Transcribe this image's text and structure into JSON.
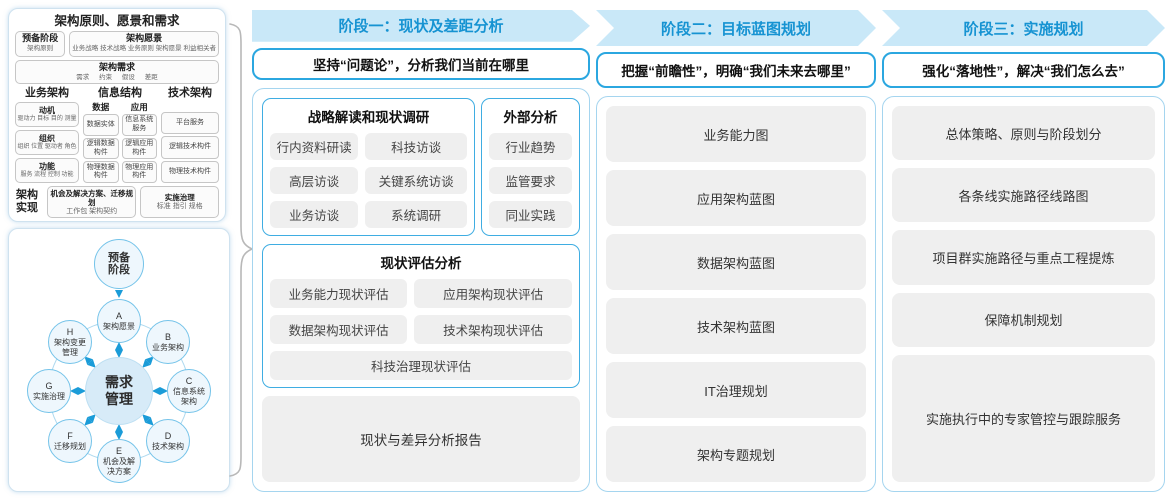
{
  "colors": {
    "accent_blue": "#1693d2",
    "band_bg": "#c9e8f8",
    "chip_bg": "#efefef",
    "container_border": "#a5d5ef",
    "arrow_blue": "#1b9cd8"
  },
  "left_panel": {
    "title": "架构原则、愿景和需求",
    "prep": {
      "title": "预备阶段",
      "sub": "架构原则"
    },
    "vision": {
      "title": "架构愿景",
      "sub": "业务战略 技术战略 业务原则 架构愿景 利益相关者"
    },
    "requirements": {
      "title": "架构需求",
      "sub": "需求 约束 假设 差距"
    },
    "business": {
      "title": "业务架构",
      "boxes": [
        {
          "title": "动机",
          "sub": "驱动力 目标 目的 测量"
        },
        {
          "title": "组织",
          "sub": "组织 位置 驱动者 角色"
        },
        {
          "title": "功能",
          "sub": "服务 流程 控制 功能"
        }
      ]
    },
    "information": {
      "title": "信息结构",
      "data": {
        "title": "数据",
        "items": [
          "数据实体",
          "逻辑数据构件",
          "物理数据构件"
        ]
      },
      "application": {
        "title": "应用",
        "items": [
          "信息系统服务",
          "逻辑应用构件",
          "物理应用构件"
        ]
      }
    },
    "technology": {
      "title": "技术架构",
      "items": [
        "平台服务",
        "逻辑技术构件",
        "物理技术构件"
      ]
    },
    "realization": {
      "label": "架构实现",
      "opportunity": {
        "title": "机会及解决方案、迁移规划",
        "sub": "工作包 架构契约"
      },
      "governance": {
        "title": "实施治理",
        "sub": "标准 指引 规格"
      }
    }
  },
  "adm": {
    "prep_label": "预备阶段",
    "center_label": "需求管理",
    "nodes": [
      {
        "id": "A",
        "label": "架构愿景"
      },
      {
        "id": "B",
        "label": "业务架构"
      },
      {
        "id": "C",
        "label": "信息系统架构"
      },
      {
        "id": "D",
        "label": "技术架构"
      },
      {
        "id": "E",
        "label": "机会及解决方案"
      },
      {
        "id": "F",
        "label": "迁移规划"
      },
      {
        "id": "G",
        "label": "实施治理"
      },
      {
        "id": "H",
        "label": "架构变更管理"
      }
    ]
  },
  "phases": [
    {
      "header": "阶段一：现状及差距分析",
      "subtitle": "坚持“问题论”，分析我们当前在哪里",
      "groups": [
        {
          "title": "战略解读和现状调研",
          "items": [
            "行内资料研读",
            "科技访谈",
            "高层访谈",
            "关键系统访谈",
            "业务访谈",
            "系统调研"
          ]
        },
        {
          "title": "外部分析",
          "items": [
            "行业趋势",
            "监管要求",
            "同业实践"
          ]
        },
        {
          "title": "现状评估分析",
          "items": [
            "业务能力现状评估",
            "应用架构现状评估",
            "数据架构现状评估",
            "技术架构现状评估",
            "科技治理现状评估"
          ]
        }
      ],
      "report": "现状与差异分析报告"
    },
    {
      "header": "阶段二：目标蓝图规划",
      "subtitle": "把握“前瞻性”，明确“我们未来去哪里”",
      "items": [
        "业务能力图",
        "应用架构蓝图",
        "数据架构蓝图",
        "技术架构蓝图",
        "IT治理规划",
        "架构专题规划"
      ]
    },
    {
      "header": "阶段三：实施规划",
      "subtitle": "强化“落地性”，解决“我们怎么去”",
      "items": [
        "总体策略、原则与阶段划分",
        "各条线实施路径线路图",
        "项目群实施路径与重点工程提炼",
        "保障机制规划",
        "实施执行中的专家管控与跟踪服务"
      ]
    }
  ]
}
